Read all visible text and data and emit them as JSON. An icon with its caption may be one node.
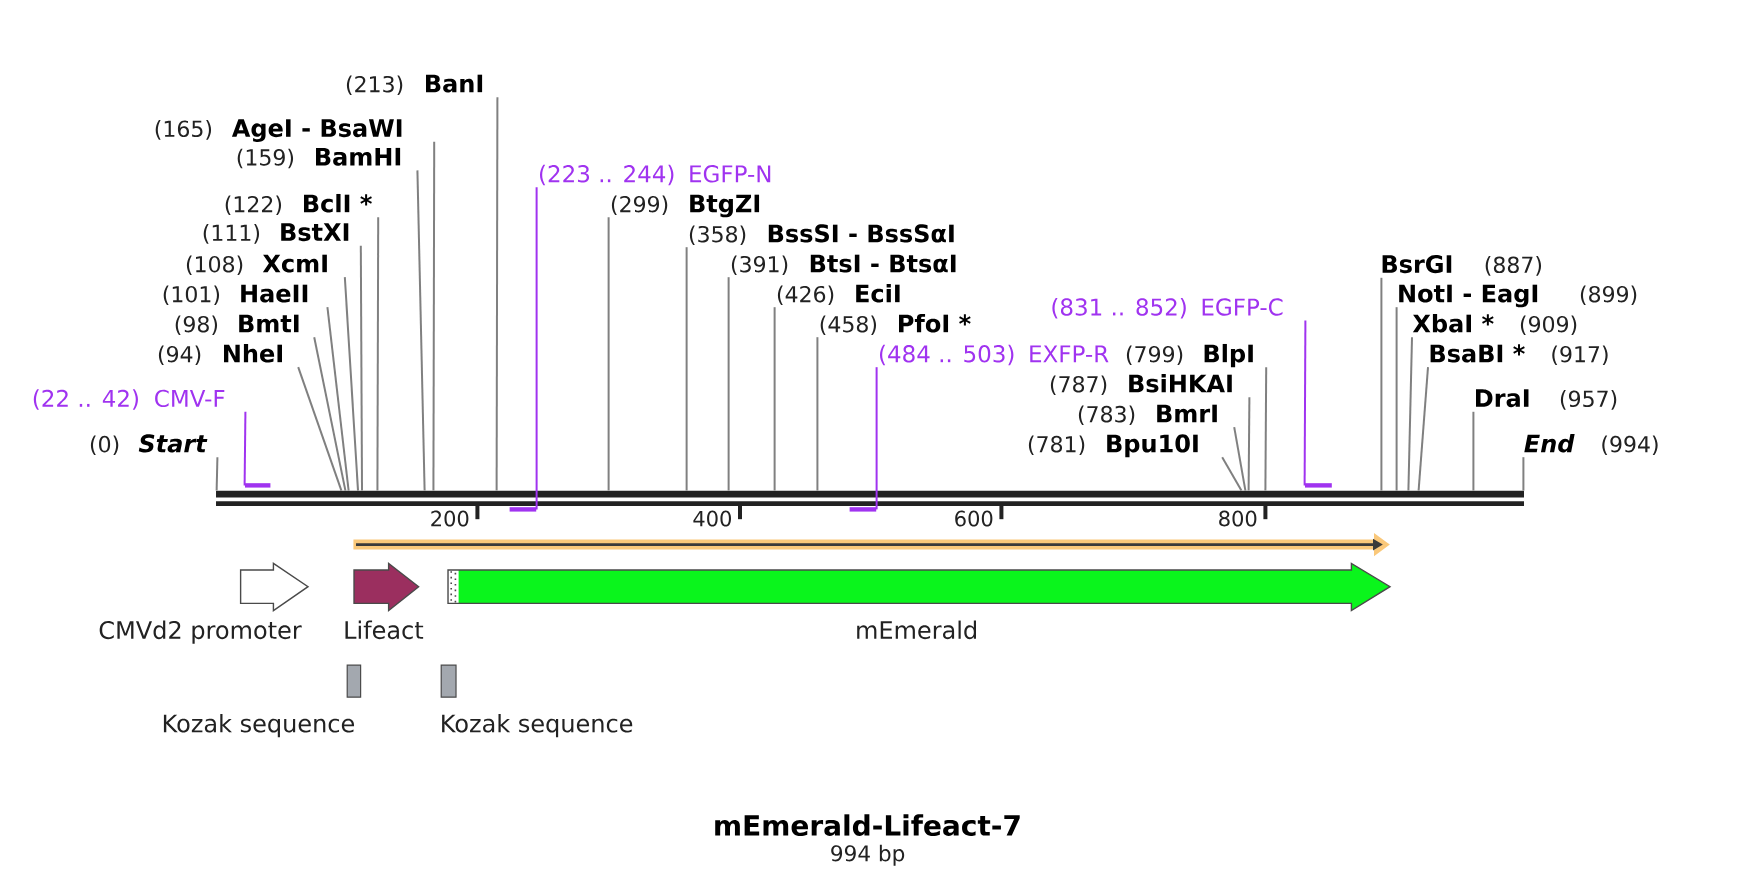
{
  "diagram": {
    "title": "mEmerald-Lifeact-7",
    "caption": "994 bp",
    "nodes": [
      {
        "text": [
          "(213)",
          "BanI"
        ]
      },
      {
        "text": [
          "(165)",
          "AgeI - BsaWI"
        ]
      },
      {
        "text": [
          "(159)",
          "BamHI"
        ]
      },
      {
        "text": [
          "(122)",
          "BclI *"
        ]
      },
      {
        "text": [
          "(458)",
          "PfoI *"
        ]
      },
      {
        "text": [
          "(111)",
          "BstXI"
        ]
      },
      {
        "text": [
          "(108)",
          "XcmI"
        ]
      },
      {
        "text": [
          "(426)",
          "EciI"
        ]
      },
      {
        "text": [
          "BsrGI",
          "(887)"
        ]
      },
      {
        "text": [
          "(101)",
          "HaeII"
        ]
      },
      {
        "text": [
          "NotI - EagI",
          "(899)"
        ]
      },
      {
        "text": [
          "(391)",
          "BtsI - BtsαI"
        ]
      },
      {
        "text": [
          "(831 .. 852)",
          "EGFP-C"
        ]
      },
      {
        "text": [
          "(98)",
          "BmtI"
        ]
      },
      {
        "text": [
          "XbaI *",
          "(909)"
        ]
      },
      {
        "text": [
          "(94)",
          "NheI"
        ]
      },
      {
        "text": [
          "(358)",
          "BssSI - BssSαI"
        ]
      },
      {
        "text": [
          "(799)",
          "BlpI"
        ]
      },
      {
        "text": [
          "BsaBI *",
          "(917)"
        ]
      },
      {
        "text": [
          "(787)",
          "BsiHKAI"
        ]
      },
      {
        "text": [
          "(22 .. 42)",
          "CMV-F"
        ]
      },
      {
        "text": [
          "(299)",
          "BtgZI"
        ]
      },
      {
        "text": [
          "DraI",
          "(957)"
        ]
      },
      {
        "text": [
          "(783)",
          "BmrI"
        ]
      },
      {
        "text": [
          "(0)",
          "Start"
        ]
      },
      {
        "text": [
          "(223 .. 244)",
          "EGFP-N"
        ]
      },
      {
        "text": [
          "(484 .. 503)",
          "EXFP-R"
        ]
      },
      {
        "text": [
          "(781)",
          "Bpu10I"
        ]
      },
      {
        "text": [
          "End",
          "(994)"
        ]
      },
      {
        "text": [],
        "shape": "bar"
      },
      {
        "text": [],
        "shape": "bar"
      },
      {
        "text": [],
        "shape": "bar"
      },
      {
        "text": [],
        "shape": "bar"
      },
      {
        "text": [],
        "shape": "bar"
      },
      {
        "text": [
          "CMVd2 promoter"
        ]
      },
      {
        "text": [
          "Lifeact"
        ]
      },
      {
        "text": [
          "mEmerald"
        ]
      },
      {
        "text": [
          "Kozak sequence"
        ]
      },
      {
        "text": [
          "Kozak sequence"
        ]
      }
    ],
    "edges": [
      {
        "from": 0,
        "to": 29,
        "arrow": "none"
      },
      {
        "from": 1,
        "to": 29,
        "arrow": "none"
      },
      {
        "from": 2,
        "to": 29,
        "arrow": "none"
      },
      {
        "from": 3,
        "to": 29,
        "arrow": "none"
      },
      {
        "from": 4,
        "to": 29,
        "arrow": "none"
      },
      {
        "from": 5,
        "to": 29,
        "arrow": "none"
      },
      {
        "from": 6,
        "to": 29,
        "arrow": "none"
      },
      {
        "from": 7,
        "to": 29,
        "arrow": "none"
      },
      {
        "from": 8,
        "to": 29,
        "arrow": "none"
      },
      {
        "from": 9,
        "to": 29,
        "arrow": "none"
      },
      {
        "from": 10,
        "to": 29,
        "arrow": "none"
      },
      {
        "from": 11,
        "to": 29,
        "arrow": "none"
      },
      {
        "from": 12,
        "to": 33,
        "arrow": "none",
        "color": "#a033f0"
      },
      {
        "from": 13,
        "to": 29,
        "arrow": "none"
      },
      {
        "from": 14,
        "to": 29,
        "arrow": "none"
      },
      {
        "from": 15,
        "to": 29,
        "arrow": "none"
      },
      {
        "from": 16,
        "to": 29,
        "arrow": "none"
      },
      {
        "from": 17,
        "to": 29,
        "arrow": "none"
      },
      {
        "from": 18,
        "to": 29,
        "arrow": "none"
      },
      {
        "from": 19,
        "to": 29,
        "arrow": "none"
      },
      {
        "from": 20,
        "to": 30,
        "arrow": "none",
        "color": "#a033f0"
      },
      {
        "from": 21,
        "to": 29,
        "arrow": "none"
      },
      {
        "from": 22,
        "to": 29,
        "arrow": "none"
      },
      {
        "from": 23,
        "to": 29,
        "arrow": "none"
      },
      {
        "from": 24,
        "to": 29,
        "arrow": "none"
      },
      {
        "from": 25,
        "to": 31,
        "arrow": "none",
        "color": "#a033f0"
      },
      {
        "from": 26,
        "to": 32,
        "arrow": "none",
        "color": "#a033f0"
      },
      {
        "from": 27,
        "to": 29,
        "arrow": "none"
      },
      {
        "from": 28,
        "to": 29,
        "arrow": "none"
      }
    ],
    "labels": [
      "200",
      "400",
      "600",
      "800"
    ]
  }
}
